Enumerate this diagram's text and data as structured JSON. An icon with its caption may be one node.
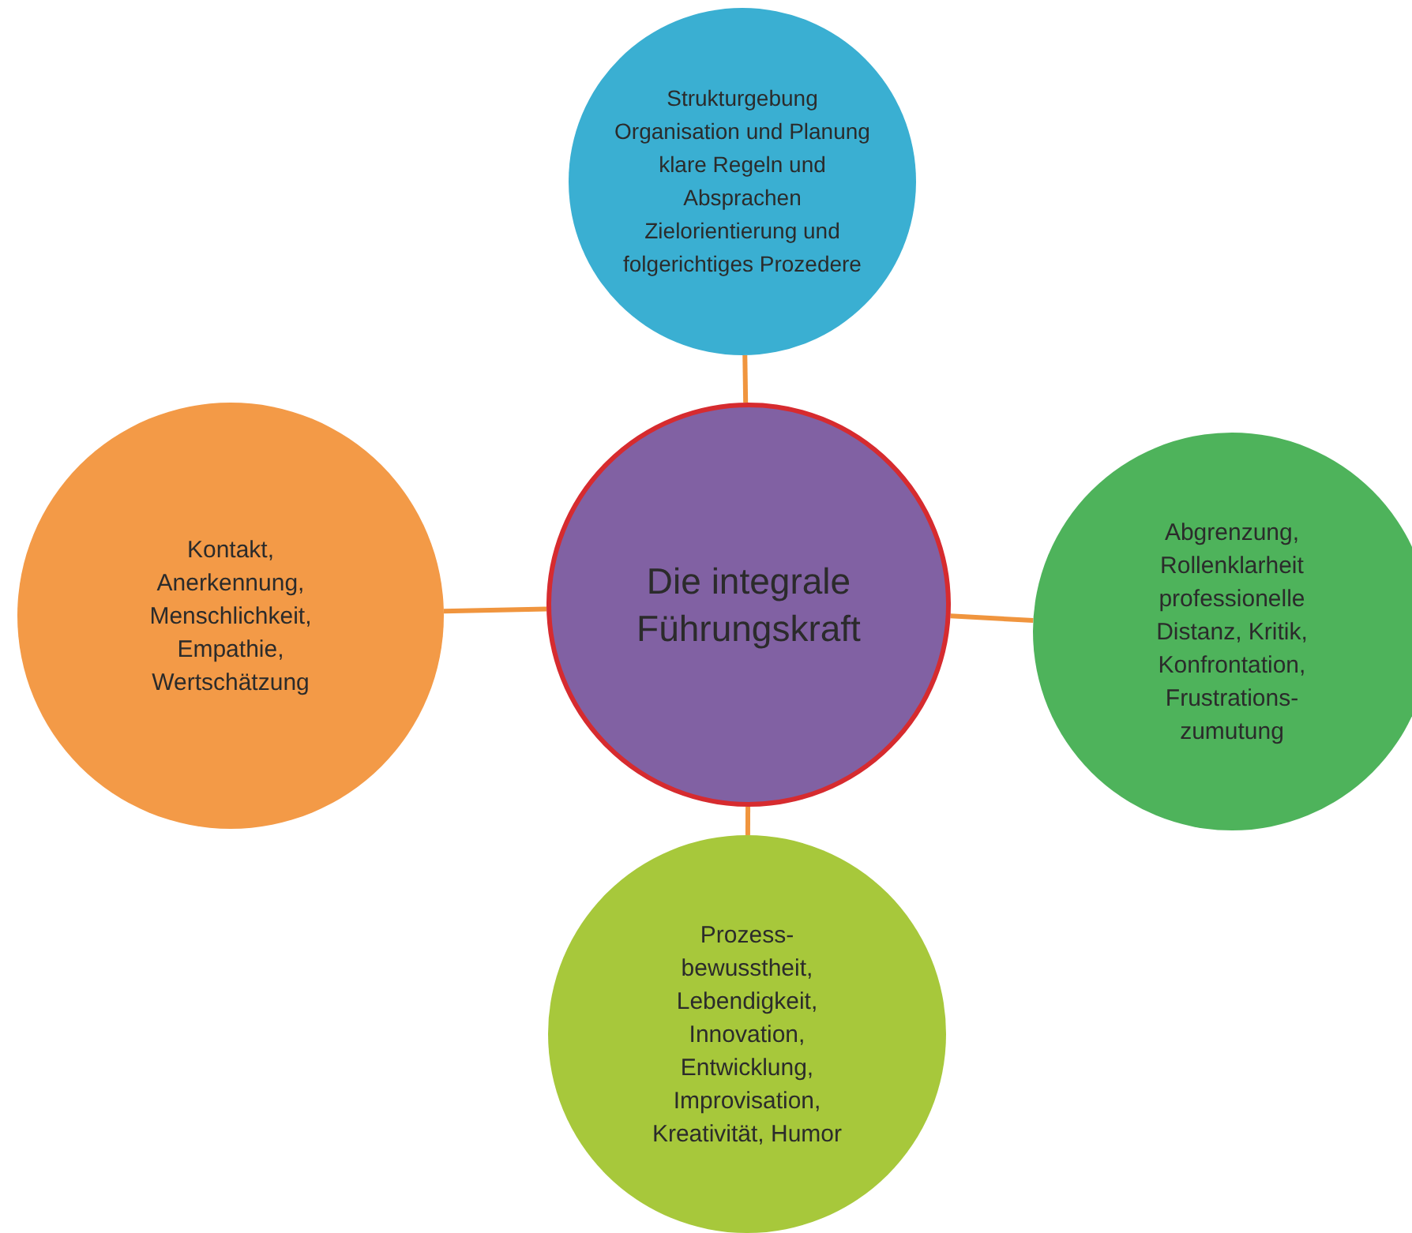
{
  "diagram": {
    "nodes": [
      {
        "text": [
          "Strukturgebung Organisation und Planung klare Regeln und Absprachen Zielorientierung und folgerichtiges Prozedere"
        ]
      },
      {
        "text": [
          "Kontakt, Anerkennung, Menschlichkeit, Empathie, Wertschätzung"
        ]
      },
      {
        "text": [
          "Die integrale Führungskraft"
        ]
      },
      {
        "text": [
          "Abgrenzung, Rollenklarheit professionelle Distanz, Kritik, Konfrontation, Frustrations- zumutung"
        ]
      },
      {
        "text": [
          "Prozess- bewusstheit, Lebendigkeit, Innovation, Entwicklung, Improvisation, Kreativität, Humor"
        ]
      }
    ],
    "edges": [
      {
        "from": 2,
        "to": 0,
        "arrow": "none"
      },
      {
        "from": 2,
        "to": 1,
        "arrow": "none"
      },
      {
        "from": 2,
        "to": 3,
        "arrow": "none"
      },
      {
        "from": 2,
        "to": 4,
        "arrow": "none"
      }
    ]
  }
}
